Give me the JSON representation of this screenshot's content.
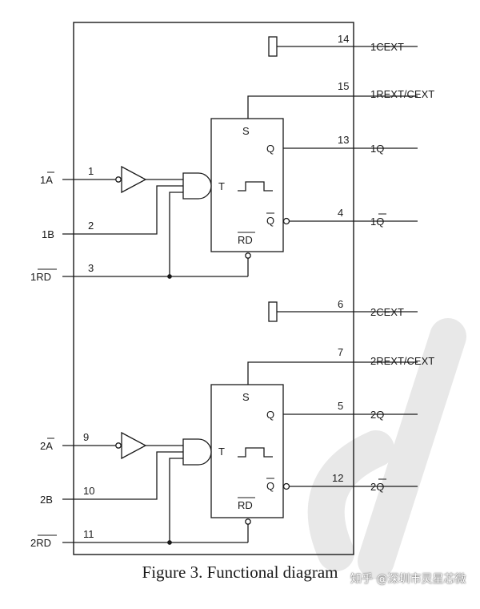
{
  "caption": "Figure 3. Functional diagram",
  "watermark": "知乎 @深圳市灵星芯微",
  "colors": {
    "line": "#1a1a1a",
    "background": "#ffffff",
    "watermark_shape": "#e6e6e6"
  },
  "ff_labels": {
    "set": "S",
    "q": "Q",
    "qbar": "Q",
    "trigger": "T",
    "reset": "RD"
  },
  "pins": {
    "cext1": {
      "num": "14",
      "label": "1CEXT"
    },
    "rext1": {
      "num": "15",
      "label": "1REXT/CEXT"
    },
    "q1": {
      "num": "13",
      "label": "1Q"
    },
    "qbar1": {
      "num": "4",
      "label": "1Q"
    },
    "a1": {
      "num": "1",
      "label": "1A"
    },
    "b1": {
      "num": "2",
      "label": "1B"
    },
    "rd1": {
      "num": "3",
      "label": "1RD"
    },
    "cext2": {
      "num": "6",
      "label": "2CEXT"
    },
    "rext2": {
      "num": "7",
      "label": "2REXT/CEXT"
    },
    "q2": {
      "num": "5",
      "label": "2Q"
    },
    "qbar2": {
      "num": "12",
      "label": "2Q"
    },
    "a2": {
      "num": "9",
      "label": "2A"
    },
    "b2": {
      "num": "10",
      "label": "2B"
    },
    "rd2": {
      "num": "11",
      "label": "2RD"
    }
  }
}
